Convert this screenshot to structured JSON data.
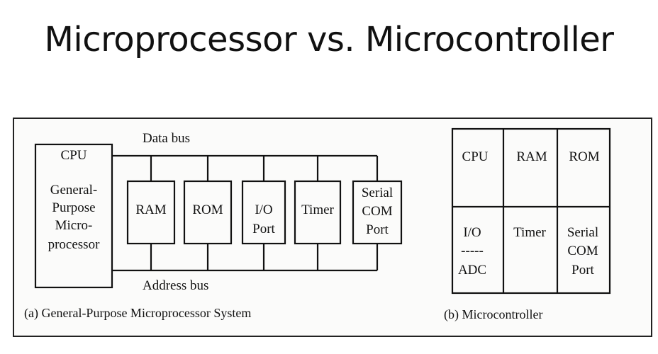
{
  "title": "Microprocessor vs. Microcontroller",
  "system_a": {
    "data_bus_label": "Data bus",
    "address_bus_label": "Address bus",
    "cpu": {
      "label": "CPU",
      "line1": "General-",
      "line2": "Purpose",
      "line3": "Micro-",
      "line4": "processor"
    },
    "ram": "RAM",
    "rom": "ROM",
    "io_port": {
      "line1": "I/O",
      "line2": "Port"
    },
    "timer": "Timer",
    "serial": {
      "line1": "Serial",
      "line2": "COM",
      "line3": "Port"
    },
    "caption": "(a) General-Purpose Microprocessor System"
  },
  "system_b": {
    "cpu": "CPU",
    "ram": "RAM",
    "rom": "ROM",
    "io": {
      "line1": "I/O",
      "line2": "-----",
      "line3": "ADC"
    },
    "timer": "Timer",
    "serial": {
      "line1": "Serial",
      "line2": "COM",
      "line3": "Port"
    },
    "caption": "(b) Microcontroller"
  }
}
